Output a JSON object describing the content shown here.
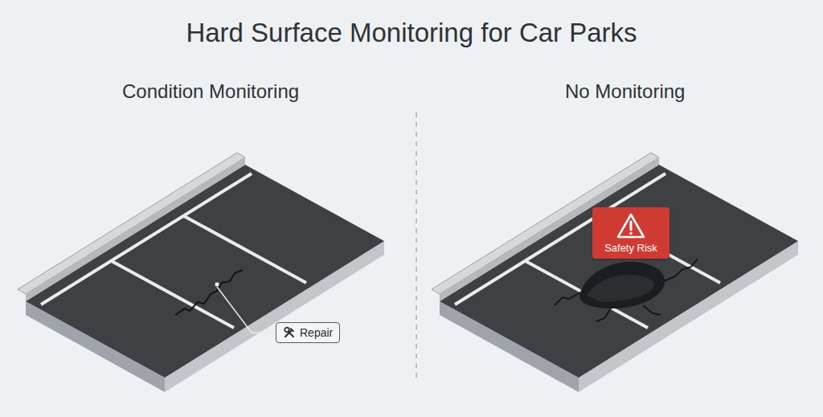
{
  "diagram": {
    "title": "Hard Surface Monitoring for Car Parks",
    "nodes": [
      {
        "text": [
          "Repair"
        ]
      },
      {
        "text": [
          "Safety Risk"
        ]
      }
    ],
    "labels": [
      "Condition Monitoring",
      "No Monitoring"
    ]
  }
}
